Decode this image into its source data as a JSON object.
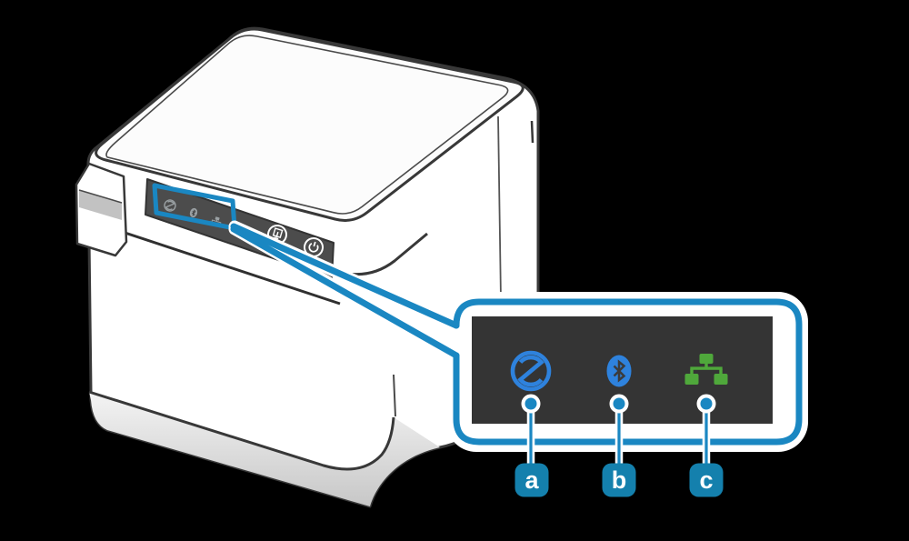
{
  "diagram": {
    "subject": "receipt-printer-led-indicator-callout",
    "colors": {
      "background": "#000000",
      "callout_accent": "#1a87c2",
      "label_fill": "#1480ad",
      "led_blue": "#2e82dd",
      "led_green": "#4fa83b",
      "panel_dark": "#343434",
      "strip_gray": "#4c4c4c",
      "body_outline": "#383838",
      "mini_icon_gray": "#9aa0a3"
    },
    "callout": {
      "items": [
        {
          "label": "a",
          "icon": "power-led-icon",
          "color": "#2e82dd"
        },
        {
          "label": "b",
          "icon": "bluetooth-led-icon",
          "color": "#2e82dd"
        },
        {
          "label": "c",
          "icon": "ethernet-led-icon",
          "color": "#4fa83b"
        }
      ]
    },
    "printer": {
      "control_panel": {
        "indicator_icons": [
          "power-led-icon",
          "bluetooth-led-icon",
          "ethernet-led-icon"
        ],
        "buttons": [
          "feed-button",
          "power-button"
        ]
      }
    }
  }
}
